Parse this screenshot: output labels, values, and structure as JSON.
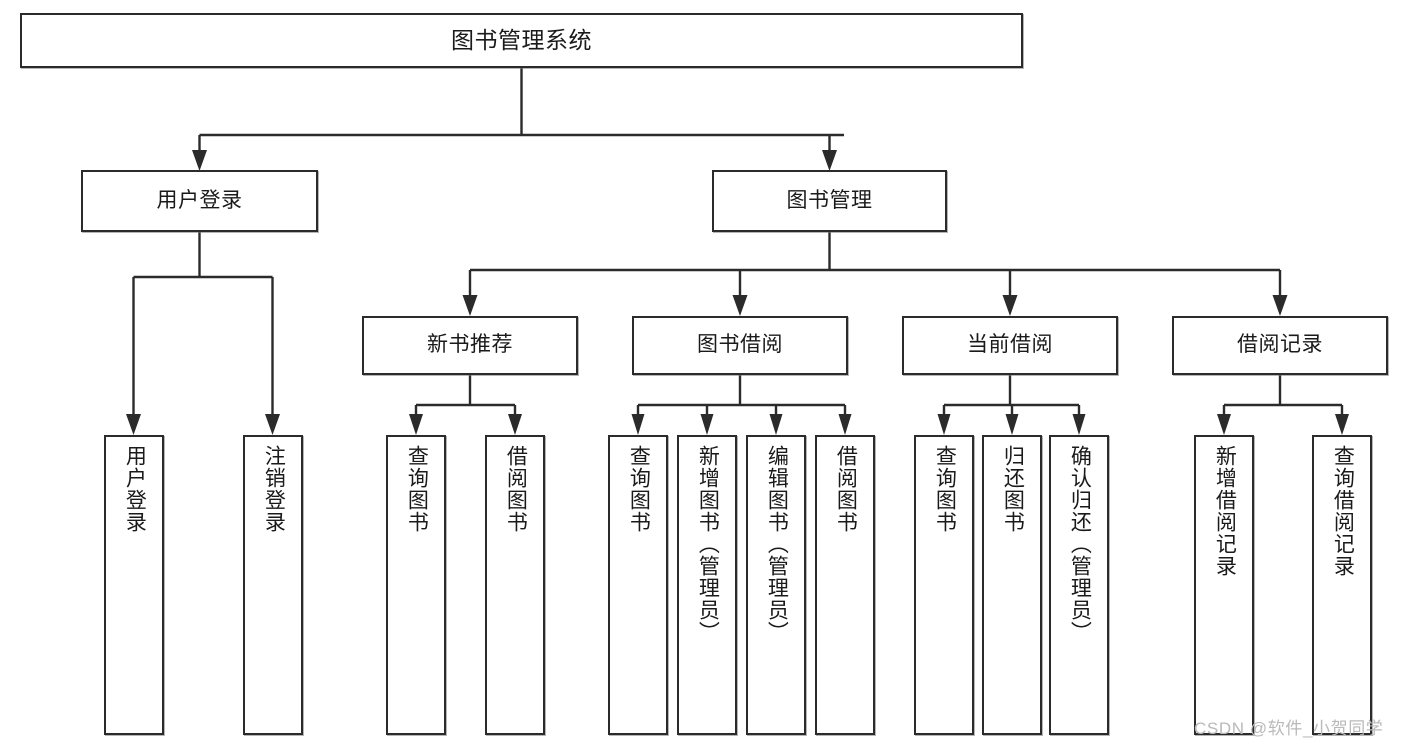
{
  "diagram": {
    "title": "图书管理系统",
    "type": "functional-structure-tree",
    "background_color": "#ffffff",
    "line_color": "#2b2b2b",
    "text_color": "#1a1a1a",
    "watermark": "CSDN @软件_小贺同学"
  },
  "root": {
    "label": "图书管理系统"
  },
  "level2": [
    {
      "label": "用户登录"
    },
    {
      "label": "图书管理"
    }
  ],
  "level3": [
    {
      "label": "新书推荐"
    },
    {
      "label": "图书借阅"
    },
    {
      "label": "当前借阅"
    },
    {
      "label": "借阅记录"
    }
  ],
  "leaves": {
    "user_login": [
      {
        "label": "用户登录"
      },
      {
        "label": "注销登录"
      }
    ],
    "new_book_recommend": [
      {
        "label": "查询图书"
      },
      {
        "label": "借阅图书"
      }
    ],
    "book_borrow": [
      {
        "label": "查询图书"
      },
      {
        "label": "新增图书（管理员）"
      },
      {
        "label": "编辑图书（管理员）"
      },
      {
        "label": "借阅图书"
      }
    ],
    "current_borrow": [
      {
        "label": "查询图书"
      },
      {
        "label": "归还图书"
      },
      {
        "label": "确认归还（管理员）"
      }
    ],
    "borrow_record": [
      {
        "label": "新增借阅记录"
      },
      {
        "label": "查询借阅记录"
      }
    ]
  }
}
